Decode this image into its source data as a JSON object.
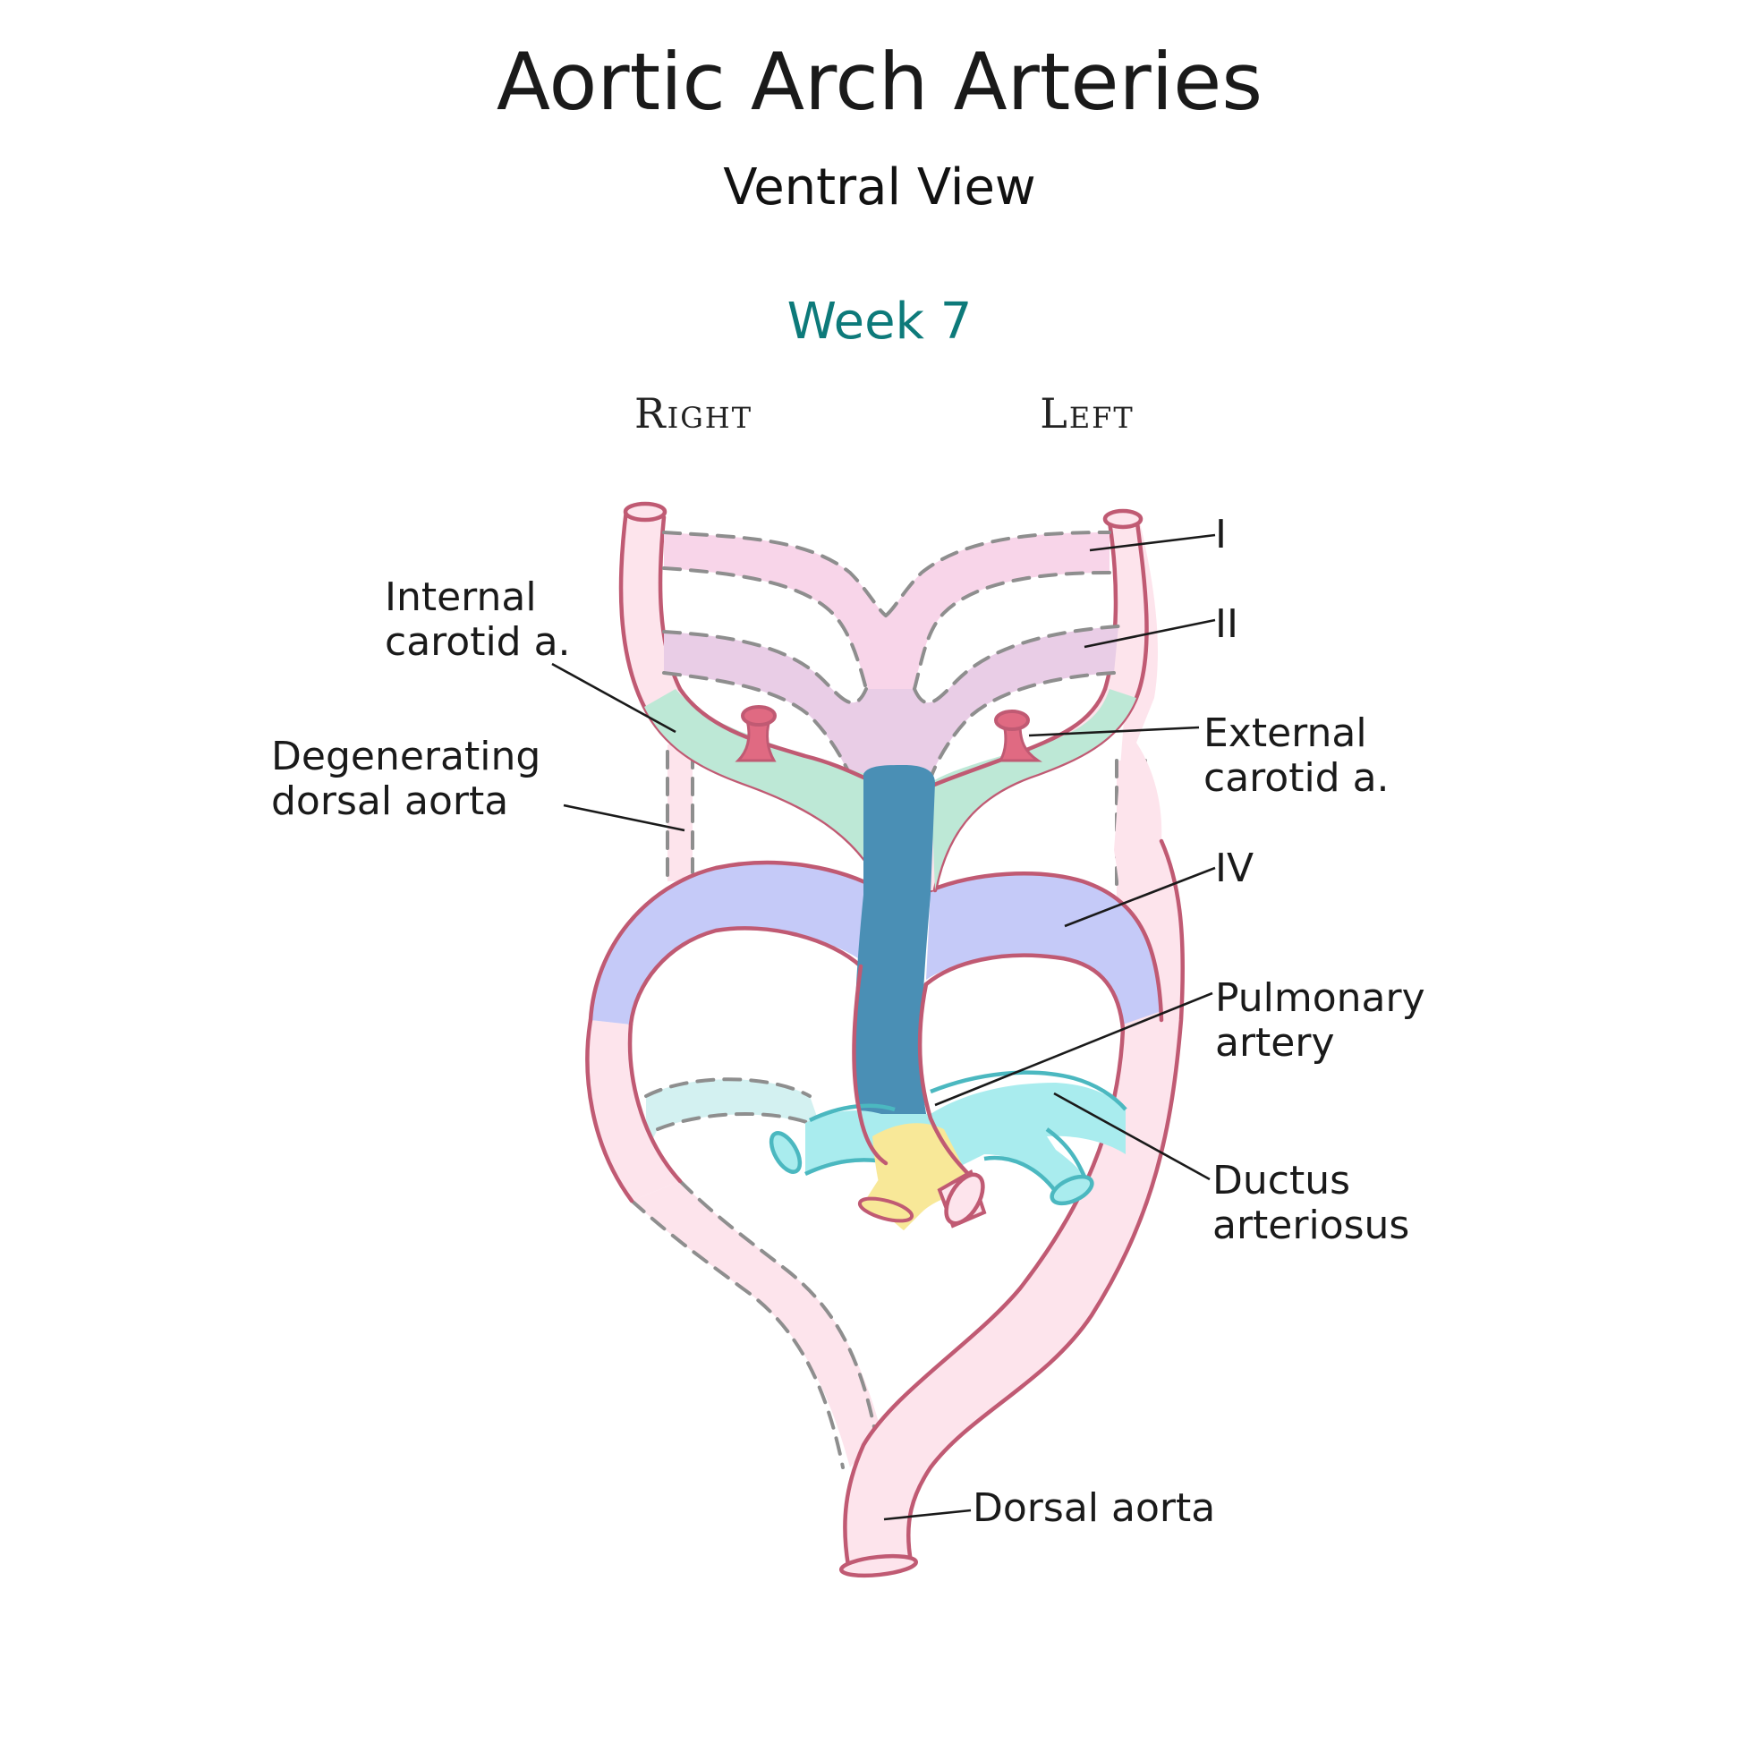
{
  "title": "Aortic Arch Arteries",
  "subtitle": "Ventral View",
  "week": "Week 7",
  "sides": {
    "right": "Right",
    "left": "Left"
  },
  "labels": {
    "arch_1": "I",
    "arch_2": "II",
    "internal_carotid": [
      "Internal",
      "carotid a."
    ],
    "external_carotid": [
      "External",
      "carotid a."
    ],
    "degenerating_dorsal_aorta": [
      "Degenerating",
      "dorsal aorta"
    ],
    "arch_4": "IV",
    "pulmonary_artery": [
      "Pulmonary",
      "artery"
    ],
    "ductus_arteriosus": [
      "Ductus",
      "arteriosus"
    ],
    "dorsal_aorta": "Dorsal aorta"
  },
  "colors": {
    "week_text": "#0d7a7a",
    "vessel_outline": "#c05a73",
    "dorsal_aorta_fill": "#fde4ec",
    "arch_1_fill": "#f8d5e9",
    "arch_2_fill": "#e9cde6",
    "arch_3_fill": "#bde8d6",
    "arch_4_fill": "#c5caf8",
    "aortic_sac_fill": "#4a8fb5",
    "pulmonary_fill": "#a9ecee",
    "pulmonary_outline": "#4bb8c0",
    "ductus_fill": "#f8e898",
    "external_carotid_fill": "#e06a82",
    "dashed_outline": "#8e8e8e"
  }
}
